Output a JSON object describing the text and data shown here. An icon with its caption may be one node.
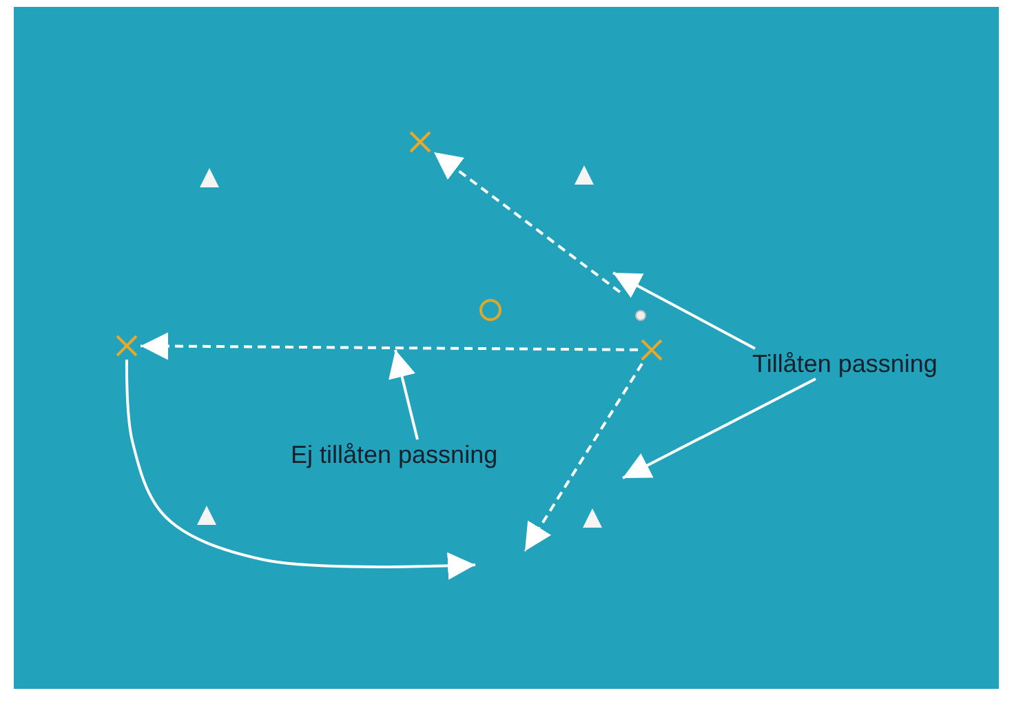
{
  "diagram": {
    "nodes": [
      {
        "text": [],
        "shape": "cross"
      },
      {
        "text": [],
        "shape": "cross"
      },
      {
        "text": [],
        "shape": "cross"
      },
      {
        "text": [
          "Tillåten passning"
        ]
      },
      {
        "text": [
          "Ej tillåten passning"
        ]
      }
    ],
    "edges": [
      {
        "from": null,
        "to": 0,
        "arrow": "to",
        "style": "dashed"
      },
      {
        "from": 2,
        "to": 1,
        "arrow": "to",
        "style": "dashed"
      },
      {
        "from": 2,
        "to": null,
        "arrow": "to",
        "style": "dashed"
      },
      {
        "from": 1,
        "to": null,
        "arrow": "to"
      },
      {
        "from": 3,
        "to": null,
        "arrow": "to"
      },
      {
        "from": 3,
        "to": null,
        "arrow": "to"
      },
      {
        "from": 4,
        "to": null,
        "arrow": "to"
      }
    ]
  }
}
